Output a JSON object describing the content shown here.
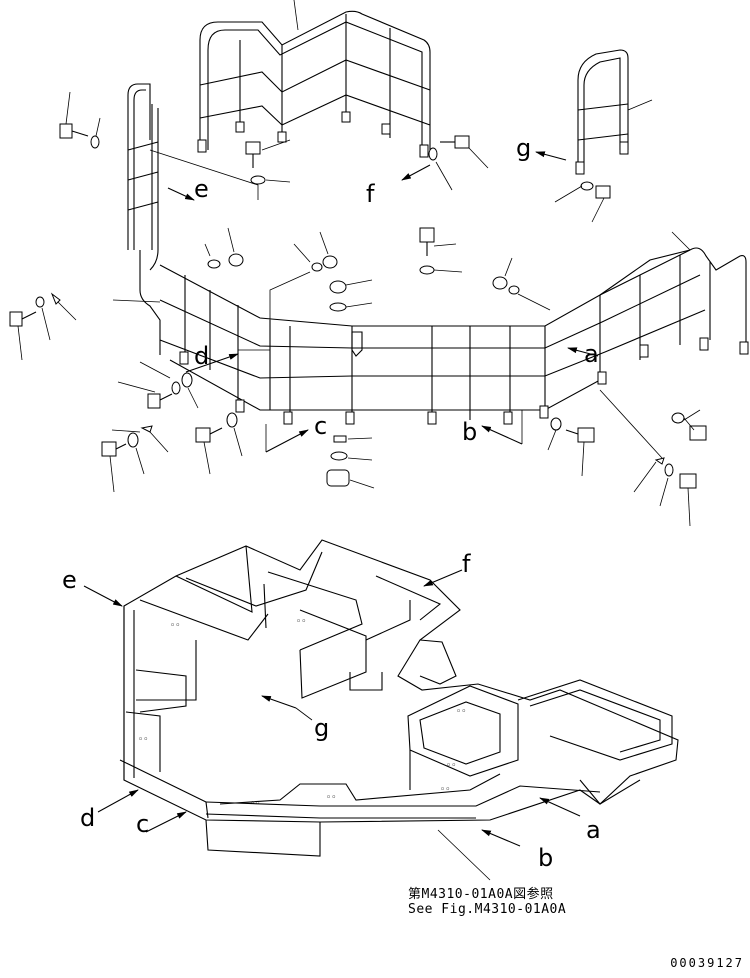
{
  "labels": {
    "a": "a",
    "b": "b",
    "c": "c",
    "d": "d",
    "e": "e",
    "f": "f",
    "g": "g"
  },
  "note": {
    "jp": "第M4310-01A0A図参照",
    "en": "See Fig.M4310-01A0A"
  },
  "drawing_number": "00039127"
}
